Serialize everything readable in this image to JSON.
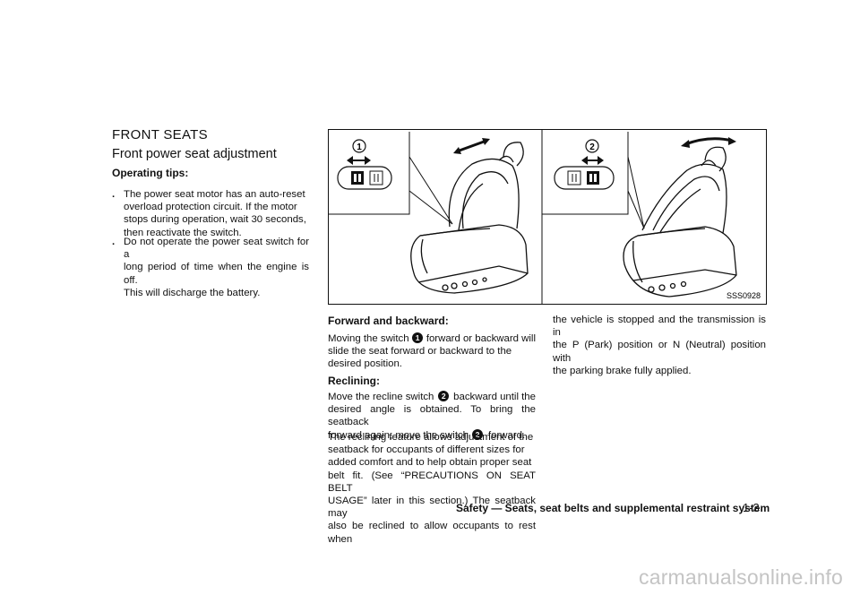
{
  "section_title": "FRONT SEATS",
  "subsection_title": "Front power seat adjustment",
  "operating_tips": {
    "heading": "Operating tips:",
    "bullets": [
      {
        "lines": [
          "The power seat motor has an auto-reset",
          "overload protection circuit. If the motor",
          "stops during operation, wait 30 seconds,",
          "then reactivate the switch."
        ]
      },
      {
        "lines": [
          "Do not operate the power seat switch for a",
          "long period of time when the engine is off.",
          "This will discharge the battery."
        ]
      }
    ]
  },
  "illustration": {
    "code": "SSS0928",
    "callout_1": "1",
    "callout_2": "2"
  },
  "forward_backward": {
    "heading": "Forward and backward:",
    "l1a": "Moving the switch",
    "l1b": "forward or backward will",
    "l2": "slide the seat forward or backward to the",
    "l3": "desired position."
  },
  "reclining": {
    "heading": "Reclining:",
    "l1a": "Move the recline switch",
    "l1b": "backward until the",
    "l2": "desired angle is obtained. To bring the seatback",
    "l3a": "forward again, move the switch",
    "l3b": "forward.",
    "p2_lines": [
      "The reclining feature allows adjustment of the",
      "seatback for occupants of different sizes for",
      "added comfort and to help obtain proper seat",
      "belt fit. (See “PRECAUTIONS ON SEAT BELT",
      "USAGE” later in this section.) The seatback may",
      "also be reclined to allow occupants to rest when"
    ]
  },
  "right_column_lines": [
    "the vehicle is stopped and the transmission is in",
    "the P (Park) position or N (Neutral) position with",
    "the parking brake fully applied."
  ],
  "footer": {
    "title": "Safety — Seats, seat belts and supplemental restraint system",
    "page": "1-3"
  },
  "watermark": "carmanualsonline.info"
}
